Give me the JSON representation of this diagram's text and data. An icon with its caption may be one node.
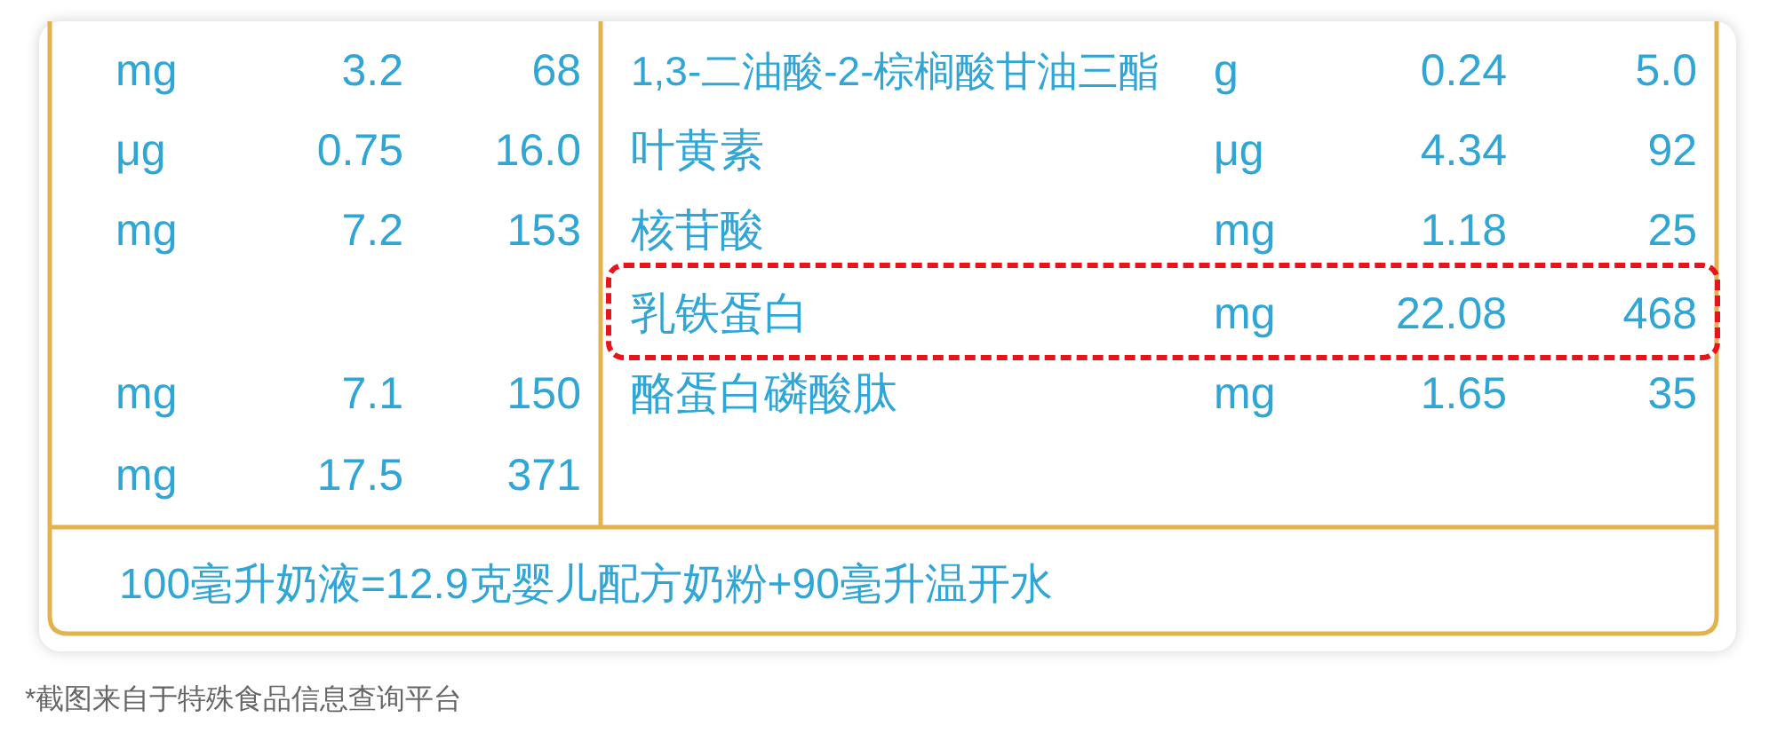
{
  "diagram": {
    "nodes": [
      {
        "text": [
          "乳铁蛋白",
          "mg",
          "22.08",
          "468"
        ]
      }
    ],
    "edges": [],
    "labels": [
      "mg",
      "3.2",
      "68",
      "1,3-二油酸-2-棕榈酸甘油三酯",
      "g",
      "0.24",
      "5.0",
      "μg",
      "0.75",
      "16.0",
      "叶黄素",
      "μg",
      "4.34",
      "92",
      "mg",
      "7.2",
      "153",
      "核苷酸",
      "mg",
      "1.18",
      "25",
      "mg",
      "7.1",
      "150",
      "酪蛋白磷酸肽",
      "mg",
      "1.65",
      "35",
      "mg",
      "17.5",
      "371",
      "100毫升奶液=12.9克婴儿配方奶粉+90毫升温开水",
      "*截图来自于特殊食品信息查询平台"
    ]
  }
}
